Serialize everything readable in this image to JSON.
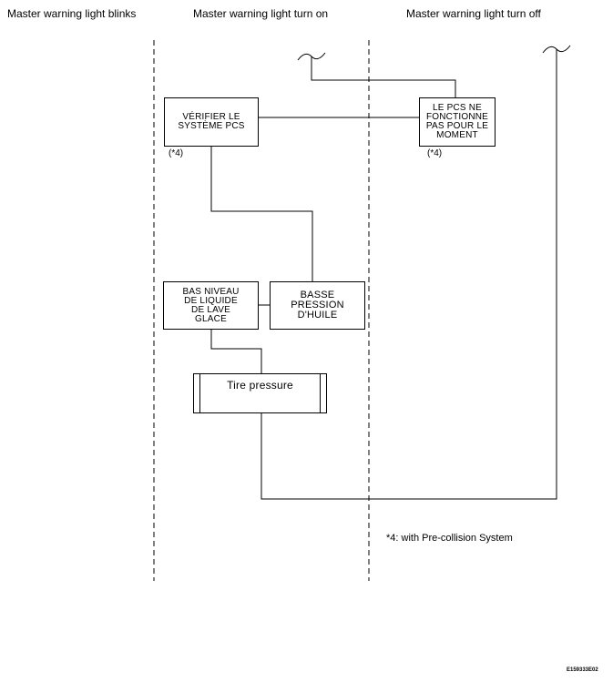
{
  "columns": {
    "blinks": "Master warning light blinks",
    "turn_on": "Master warning light turn on",
    "turn_off": "Master warning light turn off"
  },
  "boxes": {
    "verifier": "VÉRIFIER LE\nSYSTÈME PCS",
    "pcs_not_working": "LE PCS NE\nFONCTIONNE\nPAS POUR LE\nMOMENT",
    "washer": "BAS NIVEAU\nDE LIQUIDE\nDE LAVE\nGLACE",
    "oil": "BASSE\nPRESSION\nD'HUILE",
    "tire": "Tire pressure"
  },
  "marks": {
    "verifier_note": "(*4)",
    "pcs_note": "(*4)"
  },
  "footnote": "*4: with Pre-collision System",
  "figure_code": "E159333E02"
}
